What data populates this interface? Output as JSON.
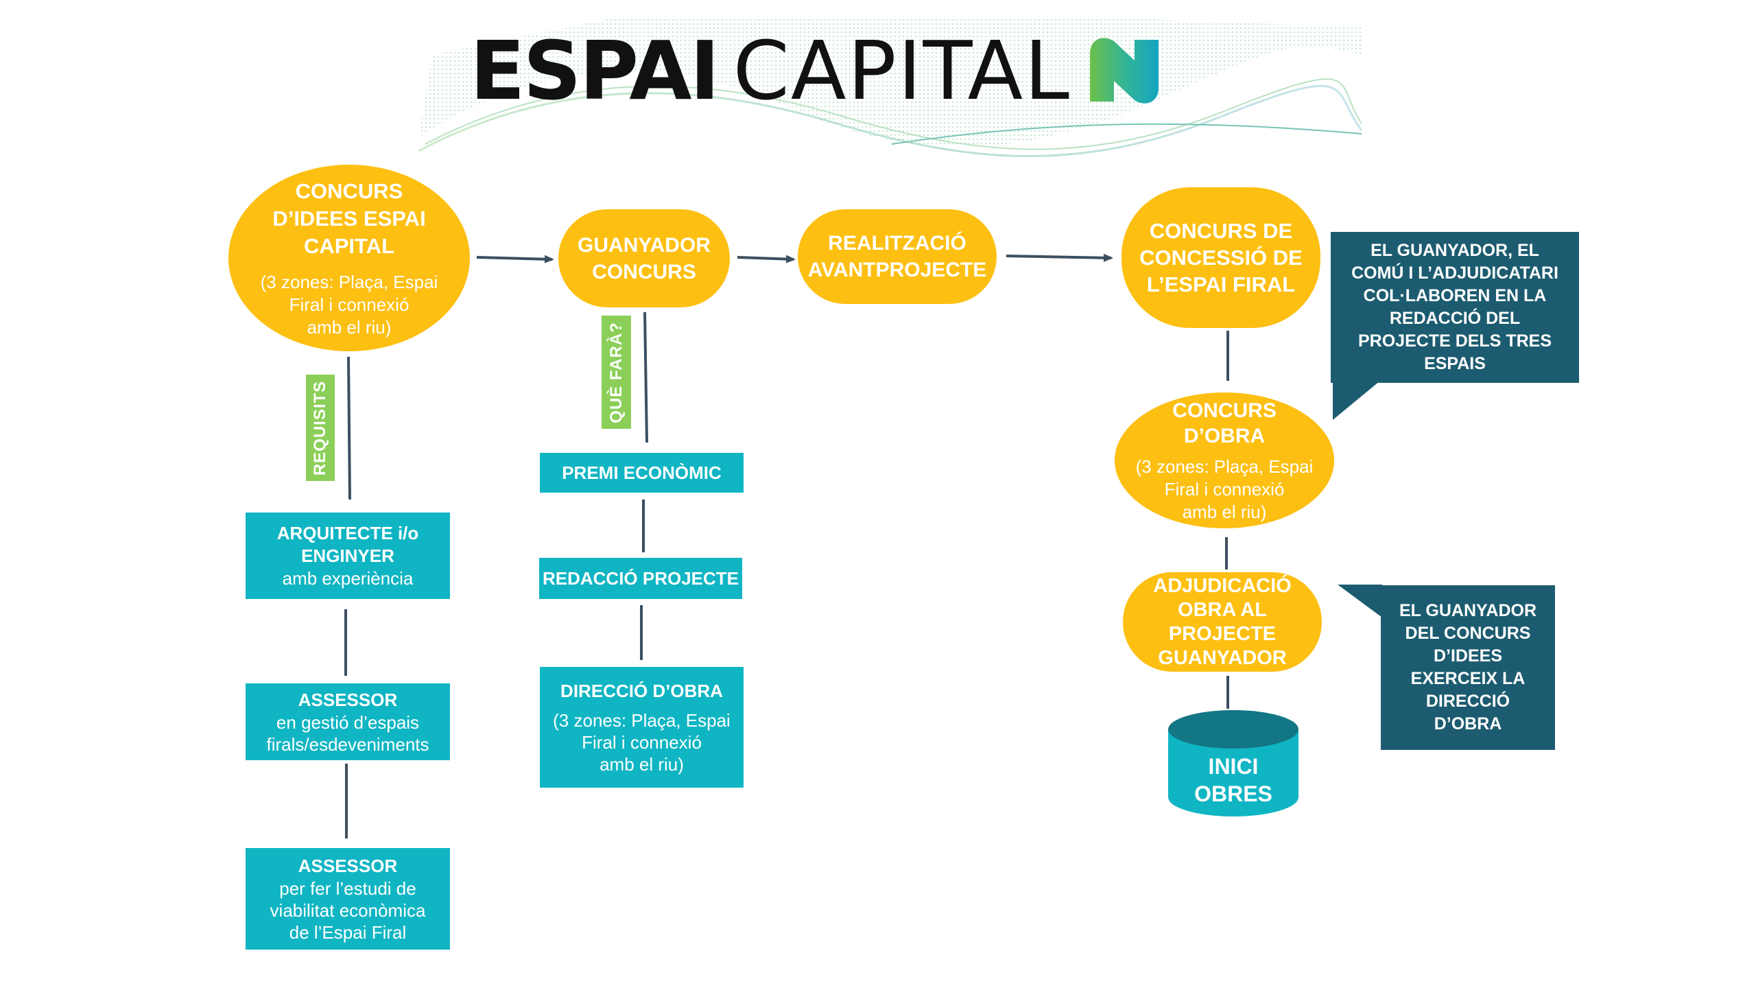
{
  "header": {
    "logo_bold": "ESPAI",
    "logo_light": "CAPITAL",
    "logo_mark_icon": "green-teal-n-mark"
  },
  "colors": {
    "oval": "#fdbf11",
    "rect": "#10b5c3",
    "note": "#1d5c70",
    "tag": "#8bcf58",
    "cylinder_side": "#10b5c3",
    "cylinder_top": "#137685",
    "connector": "#3d4f5f"
  },
  "nodes": {
    "concurs_idees": {
      "title": "CONCURS\nD’IDEES ESPAI\nCAPITAL",
      "sub": "(3 zones: Plaça, Espai\nFiral i connexió\namb el riu)"
    },
    "guanyador": {
      "title": "GUANYADOR\nCONCURS"
    },
    "avantprojecte": {
      "title": "REALITZACIÓ\nAVANTPROJECTE"
    },
    "concessio": {
      "title": "CONCURS DE\nCONCESSIÓ DE\nL’ESPAI FIRAL"
    },
    "concurs_obra": {
      "title": "CONCURS\nD’OBRA",
      "sub": "(3 zones: Plaça, Espai\nFiral i connexió\namb el riu)"
    },
    "adjudicacio": {
      "title": "ADJUDICACIÓ\nOBRA AL PROJECTE\nGUANYADOR"
    },
    "inici_obres": {
      "title": "INICI\nOBRES"
    },
    "arquitecte": {
      "title": "ARQUITECTE i/o\nENGINYER",
      "sub": "amb experiència"
    },
    "assessor1": {
      "title": "ASSESSOR",
      "sub": "en gestió d’espais\nfirals/esdeveniments"
    },
    "assessor2": {
      "title": "ASSESSOR",
      "sub": "per fer l’estudi de\nviabilitat econòmica\nde l’Espai Firal"
    },
    "premi": {
      "title": "PREMI ECONÒMIC"
    },
    "redaccio": {
      "title": "REDACCIÓ PROJECTE"
    },
    "direccio": {
      "title": "DIRECCIÓ D’OBRA",
      "sub": "(3 zones: Plaça, Espai\nFiral i connexió\namb el riu)"
    }
  },
  "tags": {
    "requisits": "REQUISITS",
    "que_fara": "QUÈ FARÀ?"
  },
  "notes": {
    "colaboren": "EL GUANYADOR, EL\nCOMÚ I L’ADJUDICATARI\nCOL·LABOREN EN LA\nREDACCIÓ DEL\nPROJECTE DELS TRES\nESPAIS",
    "direccio": "EL GUANYADOR\nDEL CONCURS\nD’IDEES\nEXERCEIX LA\nDIRECCIÓ\nD’OBRA"
  }
}
